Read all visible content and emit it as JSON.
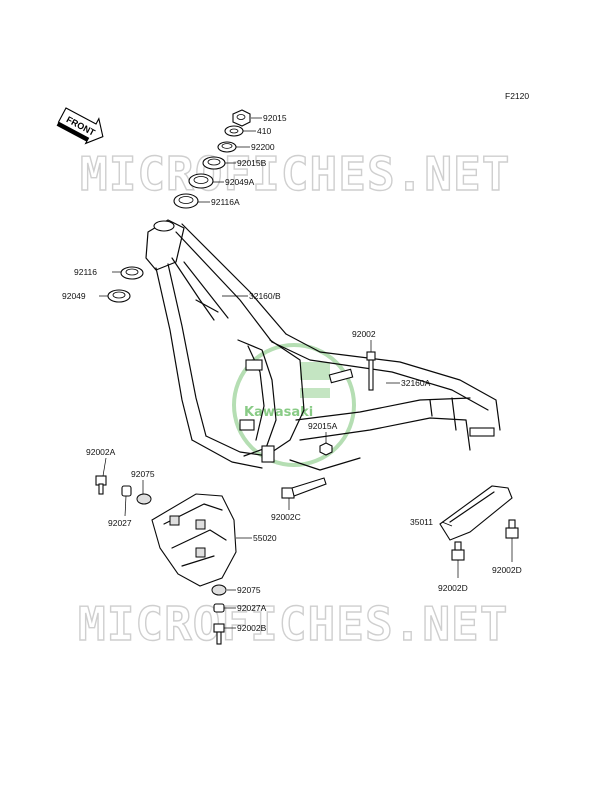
{
  "figure_code": "F2120",
  "front_tag": "FRONT",
  "watermark": {
    "text": "MICROFICHES.NET",
    "logo_text": "Kawasaki"
  },
  "parts": {
    "p92015": "92015",
    "p410": "410",
    "p92200": "92200",
    "p92015B": "92015B",
    "p92049A": "92049A",
    "p92116A": "92116A",
    "p92116": "92116",
    "p92049": "92049",
    "p32160B": "32160/B",
    "p92002": "92002",
    "p32160A": "32160A",
    "p92015A": "92015A",
    "p92002A": "92002A",
    "p92075a": "92075",
    "p92027": "92027",
    "p55020": "55020",
    "p92002C": "92002C",
    "p35011": "35011",
    "p92075b": "92075",
    "p92027A": "92027A",
    "p92002B": "92002B",
    "p92002D_left": "92002D",
    "p92002D_right": "92002D"
  }
}
